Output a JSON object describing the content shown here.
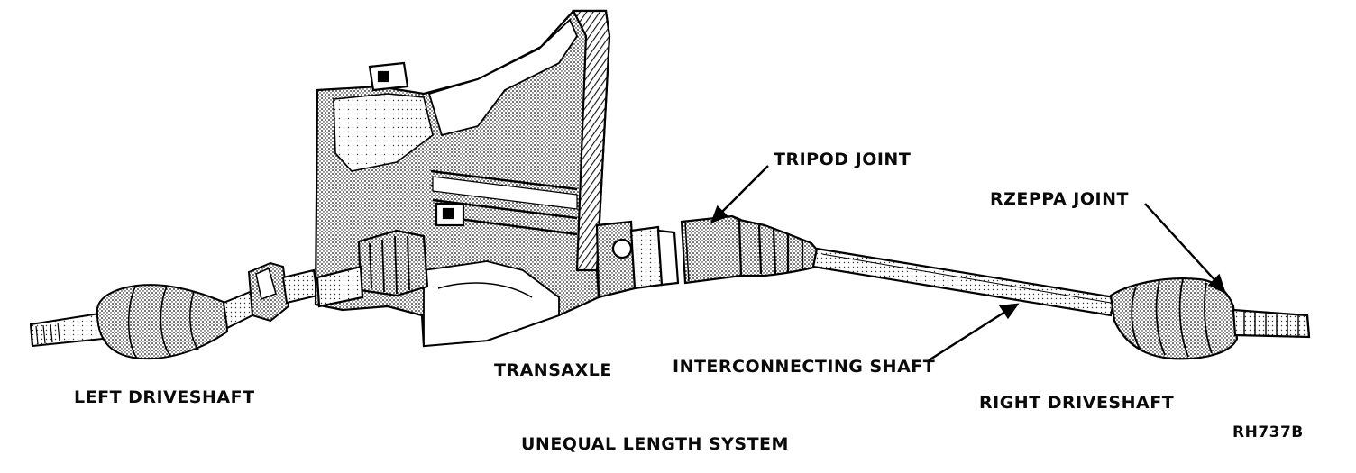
{
  "diagram": {
    "labels": {
      "tripod_joint": "TRIPOD JOINT",
      "rzeppa_joint": "RZEPPA JOINT",
      "transaxle": "TRANSAXLE",
      "interconnecting_shaft": "INTERCONNECTING SHAFT",
      "left_driveshaft": "LEFT DRIVESHAFT",
      "right_driveshaft": "RIGHT DRIVESHAFT"
    },
    "caption": "UNEQUAL LENGTH SYSTEM",
    "figure_code": "RH737B"
  }
}
